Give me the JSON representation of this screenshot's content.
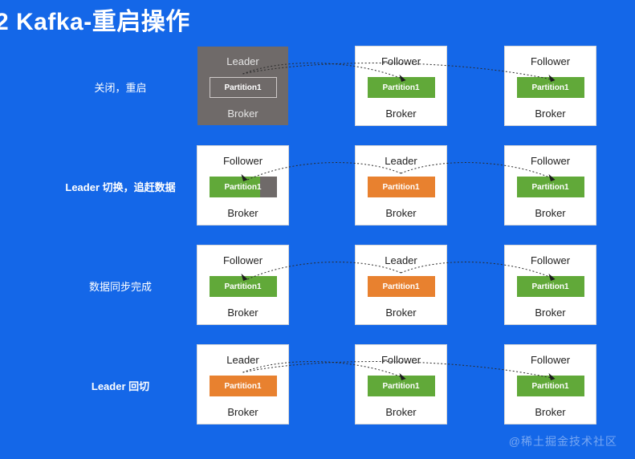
{
  "slide": {
    "title": "2 Kafka-重启操作",
    "background_color": "#1467e8",
    "watermark": "@稀土掘金技术社区"
  },
  "palette": {
    "background": "#1467e8",
    "leader_partition": "#e8812f",
    "follower_partition": "#61a939",
    "dimmed_broker": "#6f6a69",
    "broker_card": "#ffffff",
    "text_dark": "#222222",
    "text_light": "#ffffff"
  },
  "labels": {
    "broker": "Broker",
    "partition": "Partition1",
    "leader": "Leader",
    "follower": "Follower"
  },
  "rows": [
    {
      "label": "关闭，重启",
      "label_bold": false,
      "brokers": [
        {
          "role": "Leader",
          "partition_label": "Partition1",
          "broker_label": "Broker",
          "state": "down",
          "partition_style": "outline",
          "fill_percent": 0
        },
        {
          "role": "Follower",
          "partition_label": "Partition1",
          "broker_label": "Broker",
          "state": "up",
          "partition_style": "green",
          "fill_percent": 100
        },
        {
          "role": "Follower",
          "partition_label": "Partition1",
          "broker_label": "Broker",
          "state": "up",
          "partition_style": "green",
          "fill_percent": 100
        }
      ]
    },
    {
      "label": "Leader 切换，追赶数据",
      "label_bold": true,
      "brokers": [
        {
          "role": "Follower",
          "partition_label": "Partition1",
          "broker_label": "Broker",
          "state": "catching-up",
          "partition_style": "partial",
          "fill_percent": 76
        },
        {
          "role": "Leader",
          "partition_label": "Partition1",
          "broker_label": "Broker",
          "state": "up",
          "partition_style": "orange",
          "fill_percent": 100
        },
        {
          "role": "Follower",
          "partition_label": "Partition1",
          "broker_label": "Broker",
          "state": "up",
          "partition_style": "green",
          "fill_percent": 100
        }
      ]
    },
    {
      "label": "数据同步完成",
      "label_bold": false,
      "brokers": [
        {
          "role": "Follower",
          "partition_label": "Partition1",
          "broker_label": "Broker",
          "state": "up",
          "partition_style": "green",
          "fill_percent": 100
        },
        {
          "role": "Leader",
          "partition_label": "Partition1",
          "broker_label": "Broker",
          "state": "up",
          "partition_style": "orange",
          "fill_percent": 100
        },
        {
          "role": "Follower",
          "partition_label": "Partition1",
          "broker_label": "Broker",
          "state": "up",
          "partition_style": "green",
          "fill_percent": 100
        }
      ]
    },
    {
      "label": "Leader 回切",
      "label_bold": true,
      "brokers": [
        {
          "role": "Leader",
          "partition_label": "Partition1",
          "broker_label": "Broker",
          "state": "up",
          "partition_style": "orange",
          "fill_percent": 100
        },
        {
          "role": "Follower",
          "partition_label": "Partition1",
          "broker_label": "Broker",
          "state": "up",
          "partition_style": "green",
          "fill_percent": 100
        },
        {
          "role": "Follower",
          "partition_label": "Partition1",
          "broker_label": "Broker",
          "state": "up",
          "partition_style": "green",
          "fill_percent": 100
        }
      ]
    }
  ]
}
